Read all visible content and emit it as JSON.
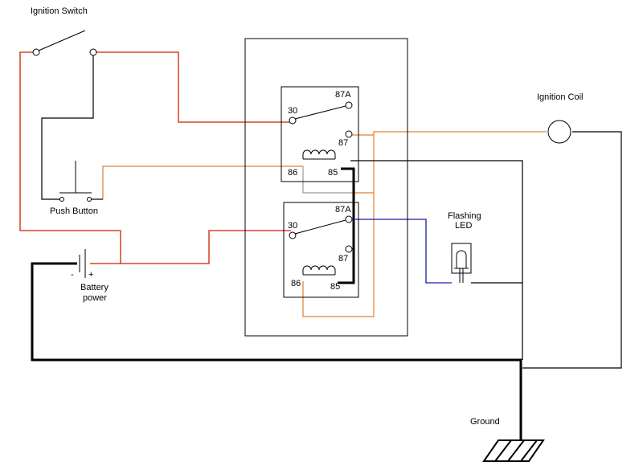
{
  "labels": {
    "ignition_switch": "Ignition Switch",
    "push_button": "Push Button",
    "battery_line1": "Battery",
    "battery_line2": "power",
    "battery_minus": "-",
    "battery_plus": "+",
    "ignition_coil": "Ignition Coil",
    "flashing_line1": "Flashing",
    "flashing_line2": "LED",
    "ground": "Ground"
  },
  "relay_top": {
    "pin_30": "30",
    "pin_87a": "87A",
    "pin_87": "87",
    "pin_86": "86",
    "pin_85": "85"
  },
  "relay_bottom": {
    "pin_30": "30",
    "pin_87a": "87A",
    "pin_87": "87",
    "pin_86": "86",
    "pin_85": "85"
  },
  "colors": {
    "red_wire": "#cc2200",
    "orange_wire": "#e08030",
    "blue_wire": "#1a1aa8",
    "black_wire": "#000000",
    "gray_wire": "#999999"
  }
}
